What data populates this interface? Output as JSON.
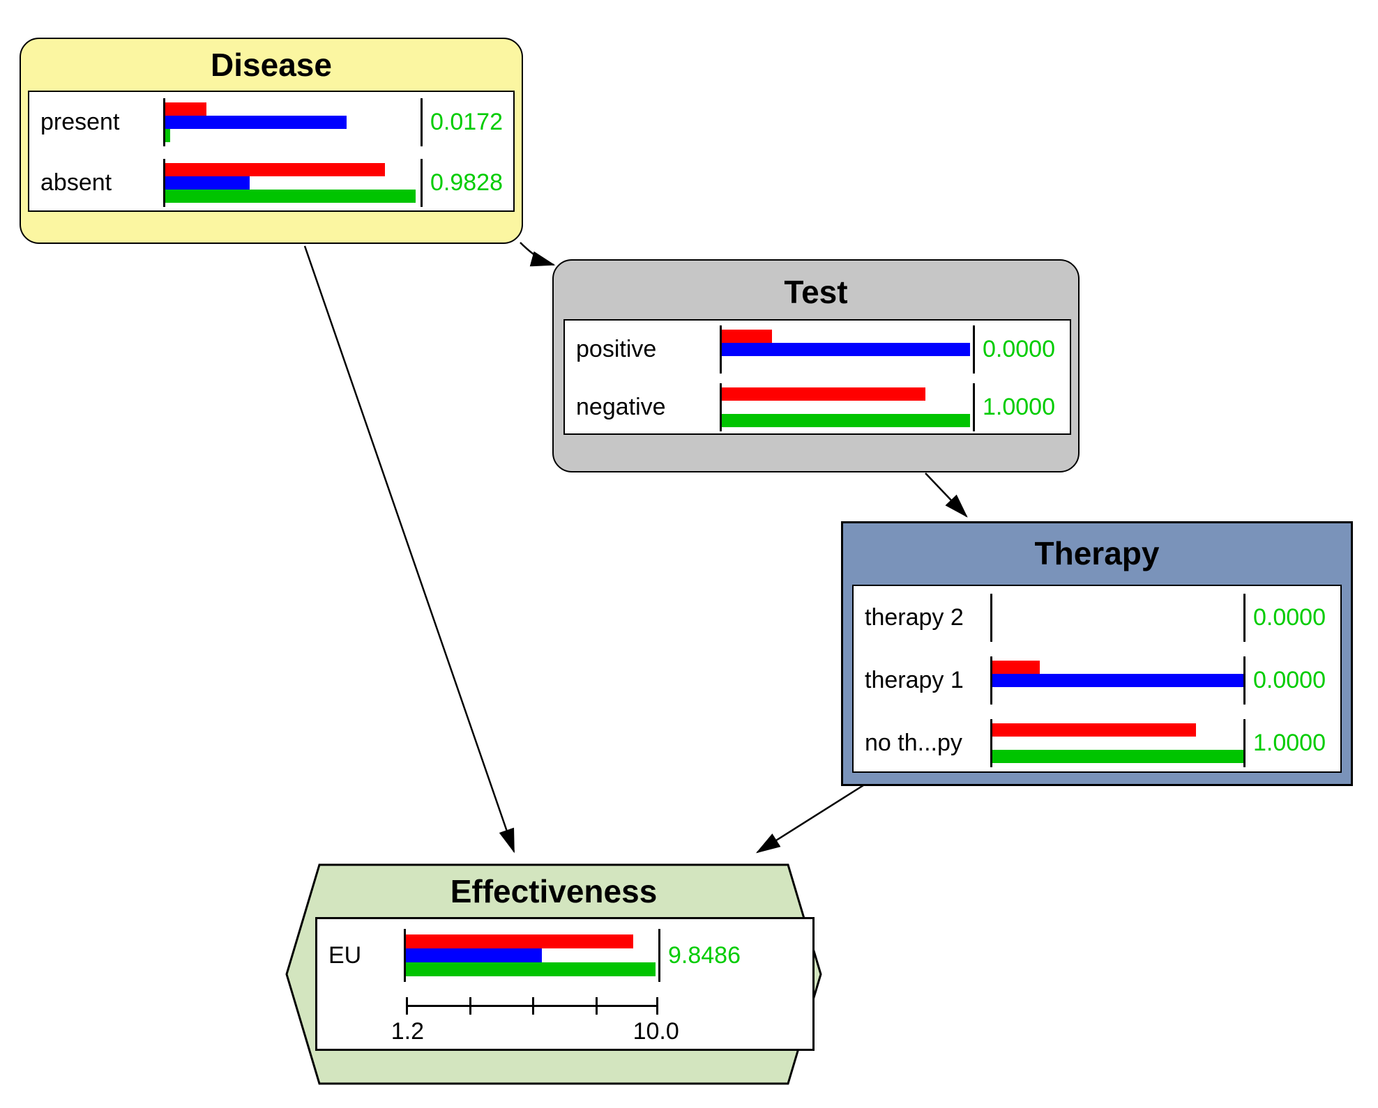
{
  "network": {
    "tool_hint": "influence-diagram",
    "colors": {
      "disease_fill": "#FBF6A1",
      "test_fill": "#C6C6C6",
      "therapy_fill": "#7A93BA",
      "effectiveness_fill": "#D3E5BF",
      "bar_red": "#FF0000",
      "bar_blue": "#0000FF",
      "bar_green": "#00C400",
      "value_text": "#00CC00"
    },
    "nodes": {
      "disease": {
        "title": "Disease",
        "type": "chance-node",
        "states": [
          {
            "label": "present",
            "value": "0.0172",
            "bars": {
              "red": 16,
              "blue": 71,
              "green": 2
            }
          },
          {
            "label": "absent",
            "value": "0.9828",
            "bars": {
              "red": 86,
              "blue": 33,
              "green": 98
            }
          }
        ]
      },
      "test": {
        "title": "Test",
        "type": "chance-node",
        "states": [
          {
            "label": "positive",
            "value": "0.0000",
            "bars": {
              "red": 20,
              "blue": 99,
              "green": 0
            }
          },
          {
            "label": "negative",
            "value": "1.0000",
            "bars": {
              "red": 81,
              "blue": 0,
              "green": 99
            }
          }
        ]
      },
      "therapy": {
        "title": "Therapy",
        "type": "decision-node",
        "states": [
          {
            "label": "therapy 2",
            "value": "0.0000",
            "bars": {
              "red": 0,
              "blue": 0,
              "green": 0
            }
          },
          {
            "label": "therapy 1",
            "value": "0.0000",
            "bars": {
              "red": 19,
              "blue": 100,
              "green": 0
            }
          },
          {
            "label": "no th...py",
            "value": "1.0000",
            "bars": {
              "red": 81,
              "blue": 0,
              "green": 100
            }
          }
        ]
      },
      "effectiveness": {
        "title": "Effectiveness",
        "type": "utility-node",
        "states": [
          {
            "label": "EU",
            "value": "9.8486",
            "bars": {
              "red": 90,
              "blue": 54,
              "green": 99
            }
          }
        ],
        "axis": {
          "min_label": "1.2",
          "max_label": "10.0",
          "tick_count": 5
        }
      }
    },
    "edges": [
      {
        "from": "Disease",
        "to": "Test"
      },
      {
        "from": "Disease",
        "to": "Effectiveness"
      },
      {
        "from": "Test",
        "to": "Therapy"
      },
      {
        "from": "Therapy",
        "to": "Effectiveness"
      }
    ]
  }
}
